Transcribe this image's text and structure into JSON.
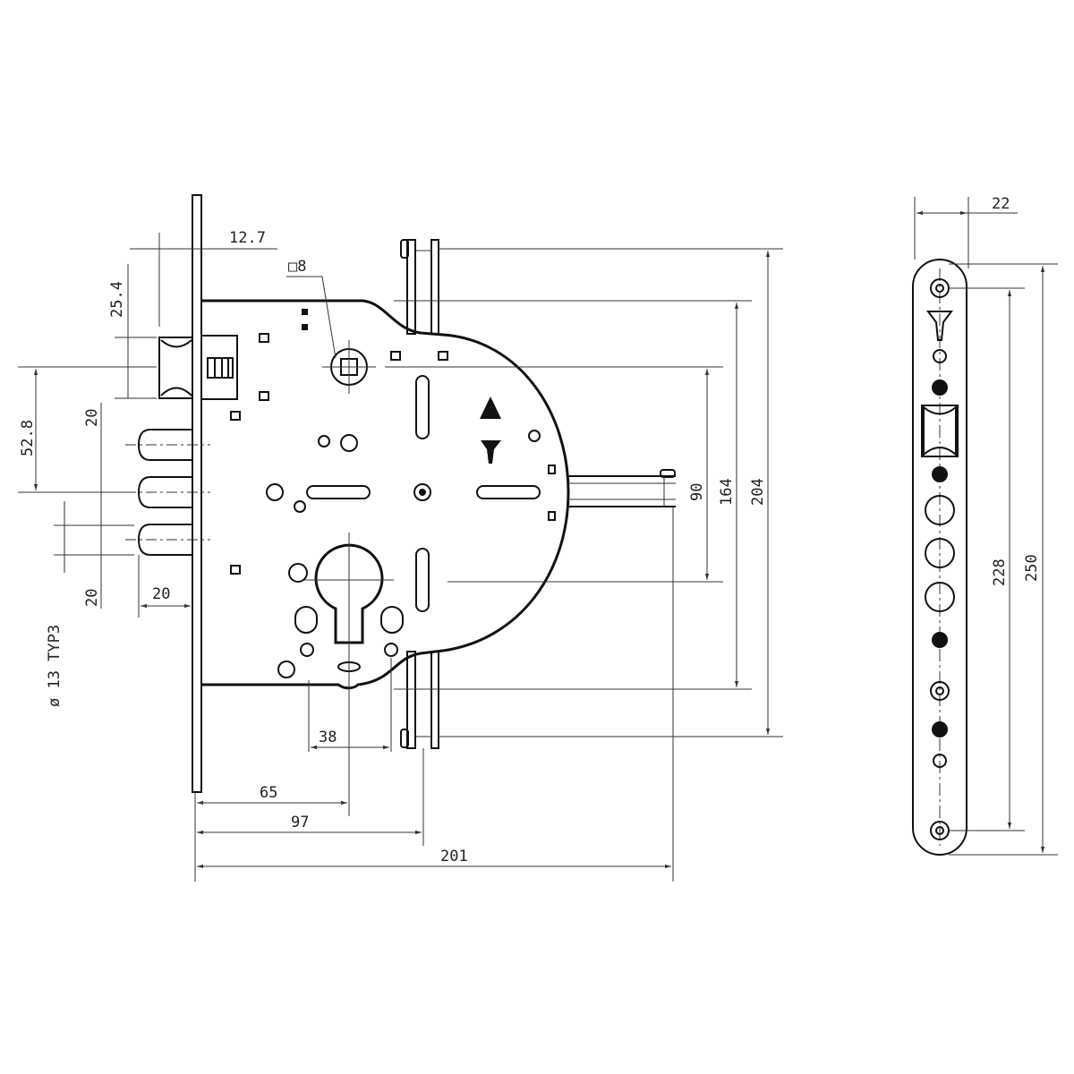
{
  "drawing": {
    "title": "Mortise lock technical drawing",
    "dimensions": {
      "bolt_offset": "12.7",
      "spindle_square": "□8",
      "latch_height": "25.4",
      "latch_to_bolt": "52.8",
      "bolt_spacing_top": "20",
      "bolt_spacing_bottom": "20",
      "bolt_diameter": "ø 13 TYP3",
      "bolt_throw": "20",
      "cylinder_spacing": "38",
      "backset_cylinder": "65",
      "backset_rods": "97",
      "overall_width": "201",
      "spindle_to_cylinder": "90",
      "case_height": "164",
      "rod_span": "204"
    },
    "strike_plate": {
      "width": "22",
      "hole_span": "228",
      "height": "250"
    }
  }
}
